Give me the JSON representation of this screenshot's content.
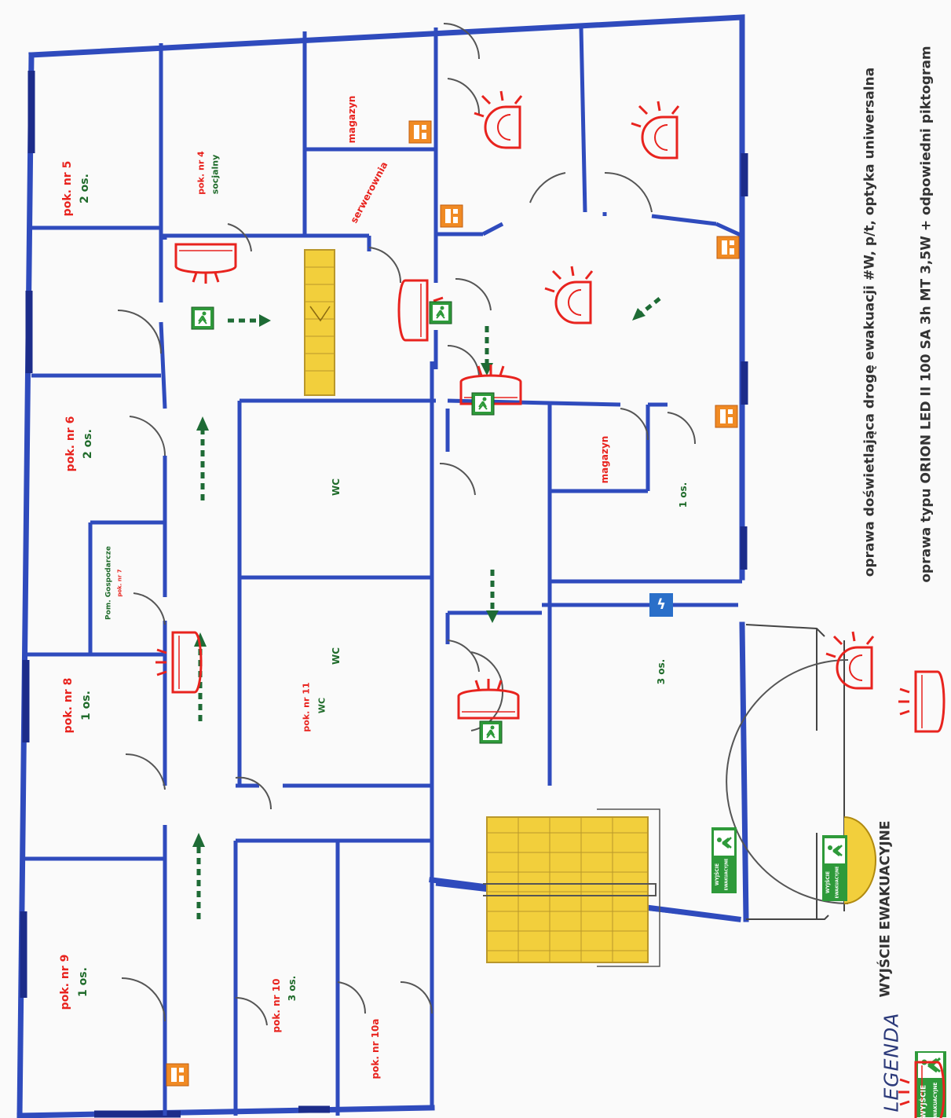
{
  "rooms": {
    "pok5": {
      "name": "pok. nr 5",
      "people": "2 os."
    },
    "pok4": {
      "name": "pok. nr 4",
      "use": "socjalny"
    },
    "magazyn_top": "magazyn",
    "serwerownia": "serwerownia",
    "pok6": {
      "name": "pok. nr 6",
      "people": "2 os."
    },
    "pok7": {
      "name": "Pom. Gospodarcze",
      "number": "pok. nr 7"
    },
    "pok8": {
      "name": "pok. nr 8",
      "people": "1 os."
    },
    "pok9": {
      "name": "pok. nr 9",
      "people": "1 os."
    },
    "pok10": {
      "name": "pok. nr 10",
      "people": "3 os."
    },
    "pok10a": {
      "name": "pok. nr 10a"
    },
    "pok11": {
      "name": "pok. nr 11",
      "use": "WC"
    },
    "wc1": "WC",
    "wc2": "WC",
    "magazyn_right": "magazyn",
    "room_1os": "1 os.",
    "room_3os": "3 os."
  },
  "signs": {
    "exit_line1": "WYJŚCIE",
    "exit_line2": "EWAKUACYJNE",
    "electric": "ϟ"
  },
  "legend": {
    "title": "LEGENDA",
    "exit_label": "WYJŚCIE EWAKUACYJNE",
    "dome_label": "oprawa doświetlająca drogę ewakuacji #W, p/t, optyka uniwersalna",
    "flat_label": "oprawa typu ORION LED II 100 SA 3h MT 3,5W + odpowiedni piktogram"
  },
  "colors": {
    "wall": "#2f4bbd",
    "wall_dark": "#1c2c8a",
    "room_red": "#e8231e",
    "room_green": "#1f6b2a",
    "stairs": "#f2cf3c",
    "exit_sign": "#2e9a3a",
    "arrow": "#1e6b35",
    "fixture": "#e8231e"
  }
}
